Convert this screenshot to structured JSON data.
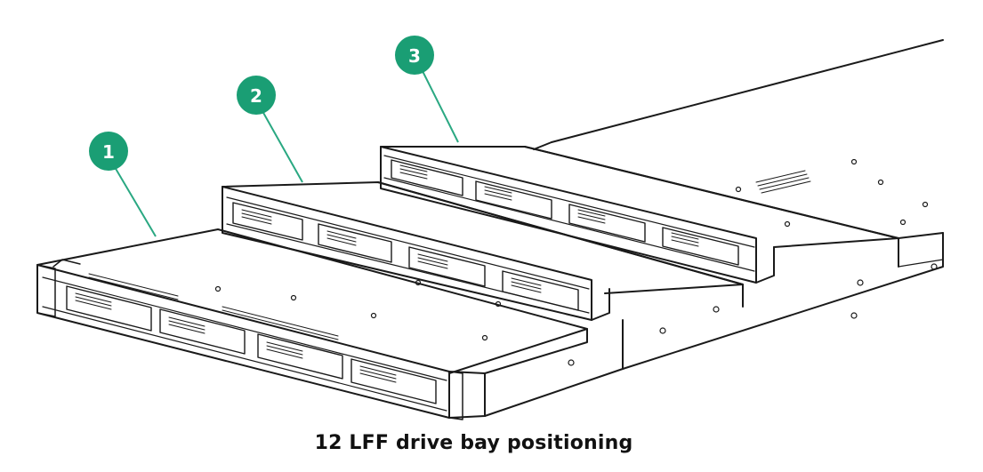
{
  "caption": "12 LFF drive bay positioning",
  "callouts": [
    {
      "label": "1"
    },
    {
      "label": "2"
    },
    {
      "label": "3"
    }
  ],
  "colors": {
    "callout": "#1a9e74",
    "callout_text": "#ffffff",
    "line": "#1a1a1a"
  },
  "icons": [
    "server-chassis-icon",
    "drive-bay-icon"
  ]
}
